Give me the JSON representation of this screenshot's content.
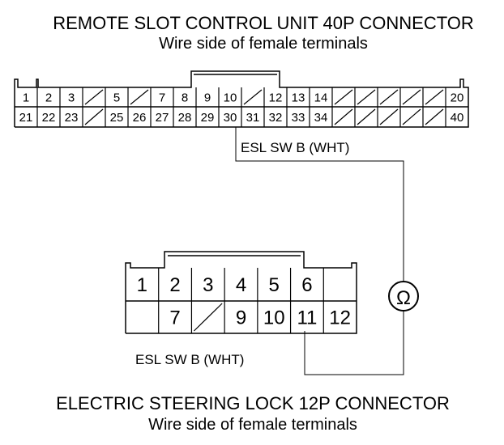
{
  "top_connector": {
    "title": "REMOTE SLOT CONTROL UNIT 40P CONNECTOR",
    "subtitle": "Wire side of female terminals",
    "row1": [
      "1",
      "2",
      "3",
      "/",
      "5",
      "/",
      "7",
      "8",
      "9",
      "10",
      "/",
      "12",
      "13",
      "14",
      "/",
      "/",
      "/",
      "/",
      "/",
      "20"
    ],
    "row2": [
      "21",
      "22",
      "23",
      "/",
      "25",
      "26",
      "27",
      "28",
      "29",
      "30",
      "31",
      "32",
      "33",
      "34",
      "/",
      "/",
      "/",
      "/",
      "/",
      "40"
    ],
    "wire_label": "ESL SW B (WHT)"
  },
  "bottom_connector": {
    "title": "ELECTRIC STEERING LOCK 12P CONNECTOR",
    "subtitle": "Wire side of female terminals",
    "row1": [
      "1",
      "2",
      "3",
      "4",
      "5",
      "6",
      ""
    ],
    "row2": [
      "",
      "7",
      "/",
      "9",
      "10",
      "11",
      "12"
    ],
    "wire_label": "ESL SW B (WHT)"
  },
  "meter": {
    "symbol": "Ω",
    "icon": "ohmmeter-icon"
  }
}
